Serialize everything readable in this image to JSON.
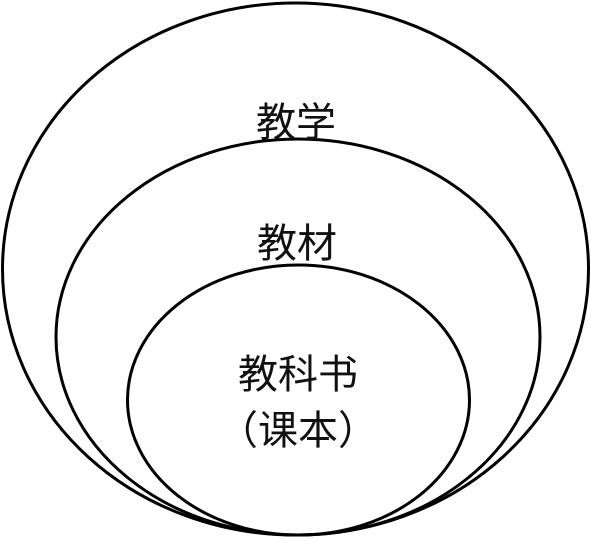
{
  "diagram": {
    "outer_label": "教学",
    "middle_label": "教材",
    "inner_label_line1": "教科书",
    "inner_label_line2": "（课本）"
  },
  "colors": {
    "stroke": "#000000",
    "text": "#111111",
    "background": "#ffffff"
  }
}
